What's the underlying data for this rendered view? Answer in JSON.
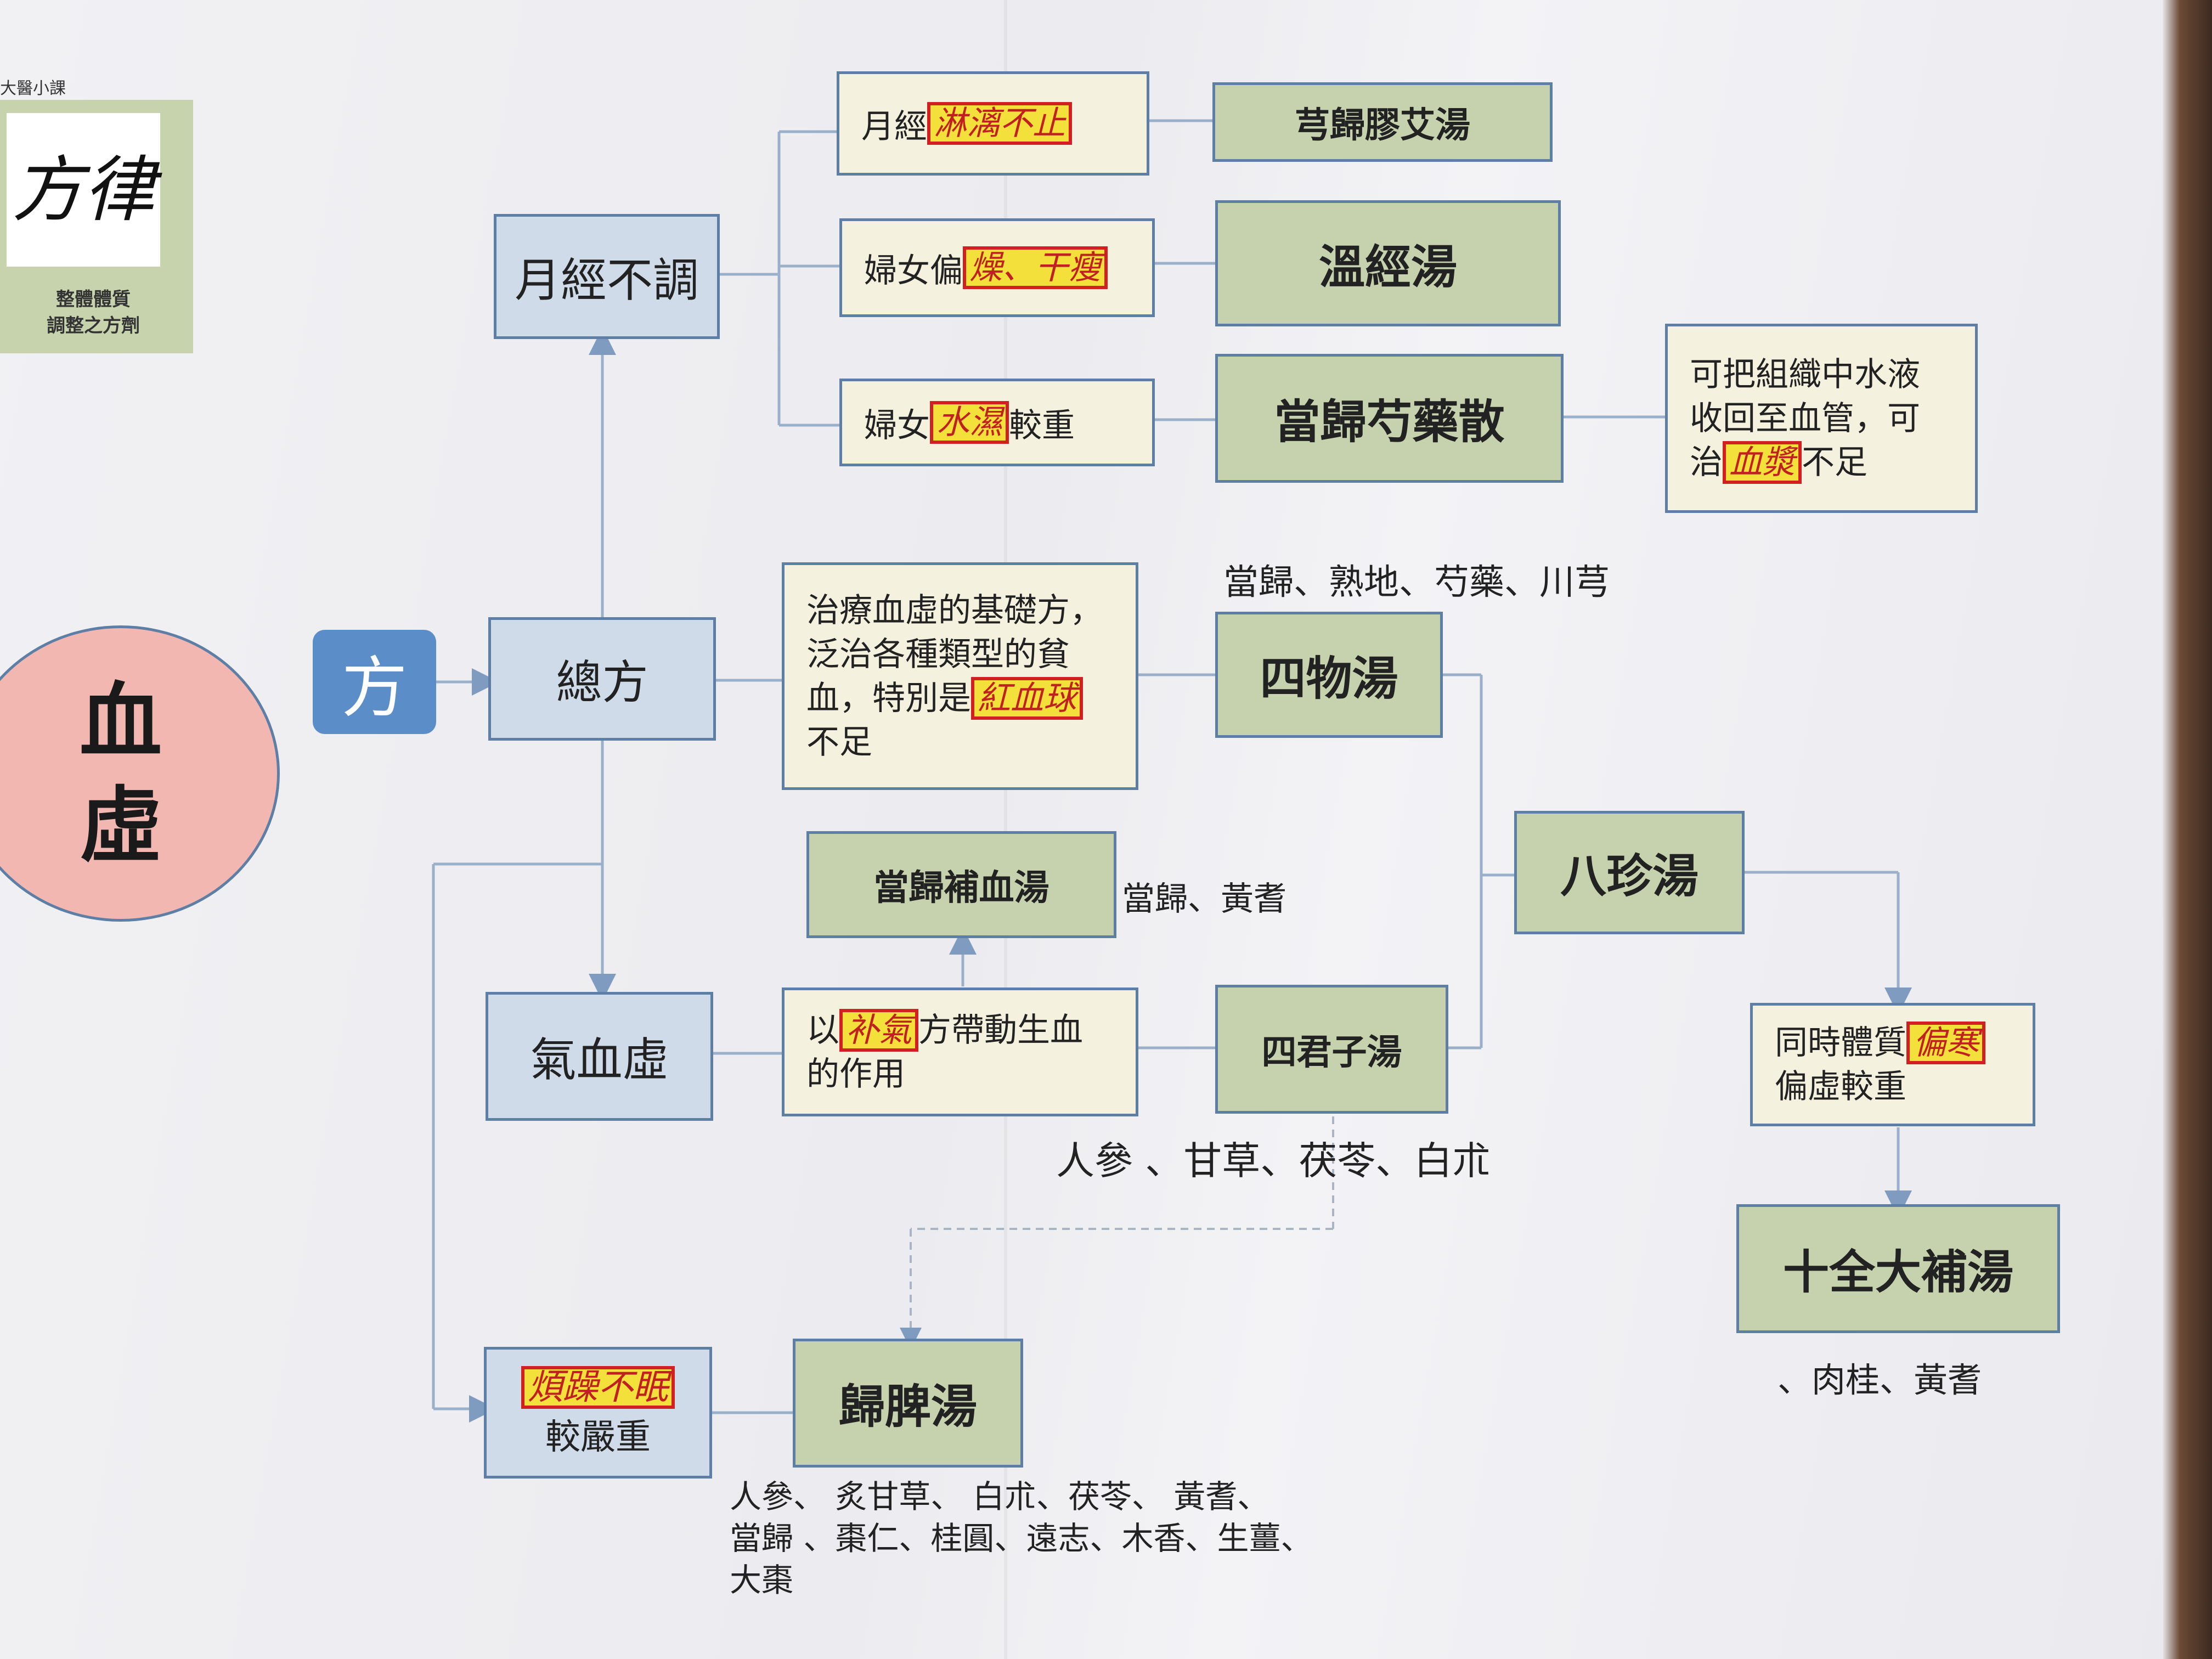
{
  "logo": {
    "caption": "大醫小課",
    "glyph": "方律",
    "sub1": "整體體質",
    "sub2": "調整之方劑"
  },
  "circle": {
    "line1": "血",
    "line2": "虛"
  },
  "fang": "方",
  "nodes": {
    "yuejing_butiao": "月經不調",
    "zongfang": "總方",
    "qixuexu": "氣血虛",
    "jiaoyanzhong": "較嚴重",
    "yuejing_pre": "月經",
    "yuejing_mark": "淋漓不止",
    "funv_pian_pre": "婦女偏",
    "funv_pian_mark": "燥、干瘦",
    "funv_shui_pre": "婦女",
    "funv_shui_mark": "水濕",
    "funv_shui_post": "較重",
    "xiongguijiaoai": "芎歸膠艾湯",
    "wenjing": "溫經湯",
    "danggui_shaoyao": "當歸芍藥散",
    "note_shaoyao_1": "可把組織中水液",
    "note_shaoyao_2": "收回至血管，可",
    "note_shaoyao_3_pre": "治",
    "note_shaoyao_3_mark": "血漿",
    "note_shaoyao_3_post": "不足",
    "note_siwu_1": "治療血虛的基礎方，",
    "note_siwu_2": "泛治各種類型的貧",
    "note_siwu_3_pre": "血，特別是",
    "note_siwu_3_mark": "紅血球",
    "note_siwu_4": "不足",
    "siwu": "四物湯",
    "danggui_buxue": "當歸補血湯",
    "note_qi_pre": "以",
    "note_qi_mark": "补氣",
    "note_qi_post": "方帶動生血",
    "note_qi_2": "的作用",
    "sijunzi": "四君子湯",
    "bazhen": "八珍湯",
    "note_bazhen_pre": "同時體質",
    "note_bazhen_mark": "偏寒",
    "note_bazhen_2": "偏虛較重",
    "shiquan": "十全大補湯",
    "guipi": "歸脾湯",
    "jiaoyan_mark": "煩躁不眠"
  },
  "herbs": {
    "siwu": "當歸、熟地、芍藥、川芎",
    "buxue": "當歸、黃耆",
    "sijunzi": "人參 、甘草、茯苓、白朮",
    "shiquan": "、肉桂、黃耆",
    "guipi_1": "人參、 炙甘草、 白朮、茯苓、 黃耆、",
    "guipi_2": "當歸 、棗仁、桂圓、遠志、木香、生薑、",
    "guipi_3": "大棗"
  },
  "colors": {
    "line": "#8fa6c2",
    "blue": "#cfdbe8",
    "green": "#c5d2ad",
    "cream": "#f5f1df",
    "circle": "#f3b7b1"
  }
}
